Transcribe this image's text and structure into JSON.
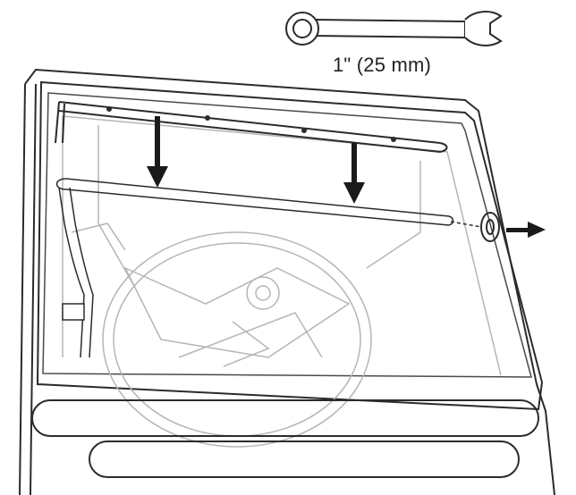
{
  "tool": {
    "icon": "wrench-icon",
    "size_label": "1\" (25 mm)"
  },
  "steps": {
    "remove_direction": "down",
    "nut_direction": "right"
  },
  "colors": {
    "line": "#2b2b2b",
    "light_line": "#b5b5b5",
    "tube": "#8a8a8a",
    "arrow": "#1a1a1a"
  }
}
